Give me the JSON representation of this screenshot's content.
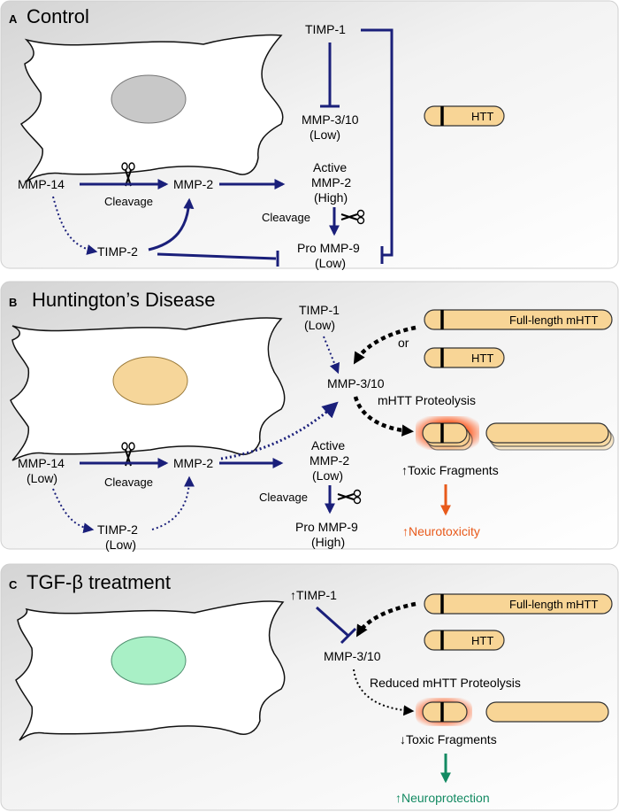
{
  "panels": {
    "a": {
      "letter": "A",
      "title": "Control",
      "mmp14": "MMP-14",
      "cleavage_left": "Cleavage",
      "mmp2": "MMP-2",
      "timp2": "TIMP-2",
      "timp1": "TIMP-1",
      "mmp310_l1": "MMP-3/10",
      "mmp310_l2": "(Low)",
      "active_l1": "Active",
      "active_l2": "MMP-2",
      "active_l3": "(High)",
      "cleavage_right": "Cleavage",
      "promm9_l1": "Pro MMP-9",
      "promm9_l2": "(Low)",
      "htt": "HTT"
    },
    "b": {
      "letter": "B",
      "title": "Huntington’s Disease",
      "timp1_l1": "TIMP-1",
      "timp1_l2": "(Low)",
      "full_length": "Full-length mHTT",
      "or": "or",
      "htt": "HTT",
      "mmp310": "MMP-3/10",
      "proteolysis": "mHTT Proteolysis",
      "mmp14_l1": "MMP-14",
      "mmp14_l2": "(Low)",
      "cleavage_left": "Cleavage",
      "mmp2": "MMP-2",
      "active_l1": "Active",
      "active_l2": "MMP-2",
      "active_l3": "(Low)",
      "toxic": "↑Toxic Fragments",
      "cleavage_right": "Cleavage",
      "timp2_l1": "TIMP-2",
      "timp2_l2": "(Low)",
      "promm9_l1": "Pro MMP-9",
      "promm9_l2": "(High)",
      "neurotox": "↑Neurotoxicity"
    },
    "c": {
      "letter": "C",
      "title": "TGF-β treatment",
      "timp1": "↑TIMP-1",
      "full_length": "Full-length mHTT",
      "htt": "HTT",
      "mmp310": "MMP-3/10",
      "reduced": "Reduced mHTT Proteolysis",
      "toxic": "↓Toxic Fragments",
      "neuroprot": "↑Neuroprotection"
    }
  },
  "colors": {
    "arrow_blue": "#1a1f7a",
    "htt_fill": "#f8d596",
    "nucleus_control": "#c8c8c8",
    "nucleus_hd": "#f6d69a",
    "nucleus_tgf": "#a9f0c6",
    "neurotoxicity": "#e85a1b",
    "neuroprotection": "#138a62"
  }
}
